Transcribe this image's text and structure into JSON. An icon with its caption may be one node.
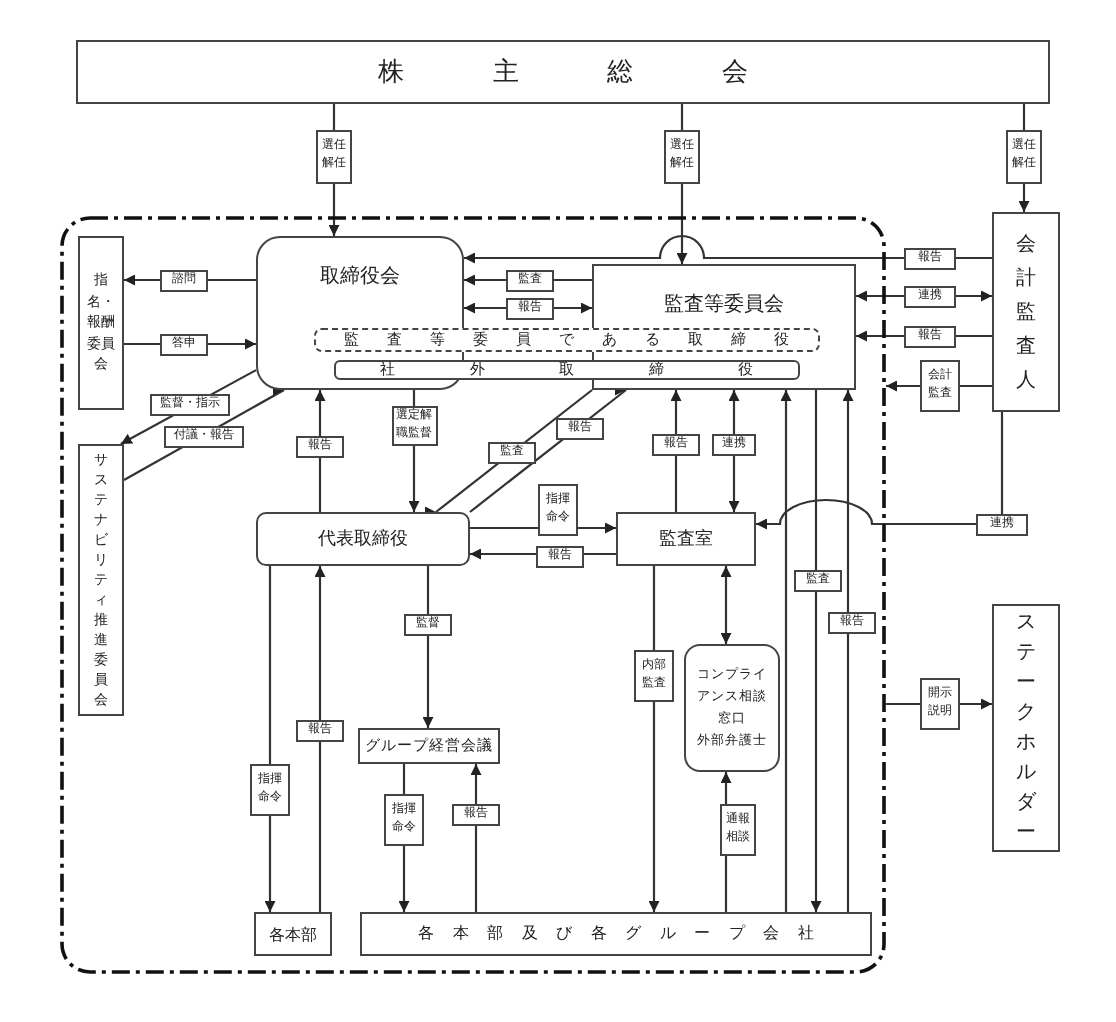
{
  "diagram": {
    "nodes": [
      {
        "text": [
          "株主総会"
        ]
      },
      {
        "text": [],
        "shape": "box"
      },
      {
        "text": [
          "取締役会"
        ],
        "in": 1
      },
      {
        "text": [
          "監査等委員会"
        ],
        "in": 1
      },
      {
        "text": [
          "監査等委員である取締役"
        ],
        "in": 1
      },
      {
        "text": [
          "社外取締役"
        ],
        "in": 1
      },
      {
        "text": [
          "指名・報酬委員会"
        ],
        "in": 1
      },
      {
        "text": [
          "サステナビリティ推進委員会"
        ],
        "in": 1
      },
      {
        "text": [
          "代表取締役"
        ],
        "in": 1
      },
      {
        "text": [
          "監査室"
        ],
        "in": 1
      },
      {
        "text": [
          "コンプライアンス相談窓口",
          "外部弁護士"
        ],
        "in": 1
      },
      {
        "text": [
          "グループ経営会議"
        ],
        "in": 1
      },
      {
        "text": [
          "各本部"
        ],
        "in": 1
      },
      {
        "text": [
          "各本部及び各グループ会社"
        ],
        "in": 1
      },
      {
        "text": [
          "会計監査人"
        ]
      },
      {
        "text": [
          "ステークホルダー"
        ]
      }
    ],
    "edges": [
      {
        "from": 0,
        "to": 2,
        "arrow": "to",
        "label": "選任解任"
      },
      {
        "from": 0,
        "to": 3,
        "arrow": "to",
        "label": "選任解任"
      },
      {
        "from": 0,
        "to": 14,
        "arrow": "to",
        "label": "選任解任"
      },
      {
        "from": 14,
        "to": 2,
        "arrow": "to",
        "label": "報告"
      },
      {
        "from": 2,
        "to": 6,
        "arrow": "to",
        "label": "諮問"
      },
      {
        "from": 6,
        "to": 2,
        "arrow": "to",
        "label": "答申"
      },
      {
        "from": 2,
        "to": 7,
        "arrow": "to",
        "label": "監督・指示"
      },
      {
        "from": 7,
        "to": 2,
        "arrow": "to",
        "label": "付議・報告"
      },
      {
        "from": 3,
        "to": 2,
        "arrow": "to",
        "label": "監査"
      },
      {
        "from": 2,
        "to": 3,
        "arrow": "both",
        "label": "報告"
      },
      {
        "from": 14,
        "to": 3,
        "arrow": "both",
        "label": "連携"
      },
      {
        "from": 14,
        "to": 3,
        "arrow": "to",
        "label": "報告"
      },
      {
        "from": 14,
        "to": 1,
        "arrow": "to",
        "label": "会計監査"
      },
      {
        "from": 8,
        "to": 2,
        "arrow": "to",
        "label": "報告"
      },
      {
        "from": 2,
        "to": 8,
        "arrow": "to",
        "label": "選定解職監督"
      },
      {
        "from": 3,
        "to": 8,
        "arrow": "to",
        "label": "監査"
      },
      {
        "from": 8,
        "to": 3,
        "arrow": "to",
        "label": "報告"
      },
      {
        "from": 8,
        "to": 9,
        "arrow": "to",
        "label": "指揮命令"
      },
      {
        "from": 9,
        "to": 8,
        "arrow": "to",
        "label": "報告"
      },
      {
        "from": 9,
        "to": 3,
        "arrow": "to",
        "label": "報告"
      },
      {
        "from": 3,
        "to": 9,
        "arrow": "both",
        "label": "連携"
      },
      {
        "from": 14,
        "to": 9,
        "arrow": "to",
        "label": "連携"
      },
      {
        "from": 13,
        "to": 3,
        "arrow": "to"
      },
      {
        "from": 3,
        "to": 13,
        "arrow": "to",
        "label": "監査"
      },
      {
        "from": 13,
        "to": 3,
        "arrow": "to",
        "label": "報告"
      },
      {
        "from": 9,
        "to": 10,
        "arrow": "both"
      },
      {
        "from": 13,
        "to": 10,
        "arrow": "to",
        "label": "通報相談"
      },
      {
        "from": 9,
        "to": 13,
        "arrow": "to",
        "label": "内部監査"
      },
      {
        "from": 8,
        "to": 11,
        "arrow": "to",
        "label": "監督"
      },
      {
        "from": 11,
        "to": 13,
        "arrow": "to",
        "label": "指揮命令"
      },
      {
        "from": 13,
        "to": 11,
        "arrow": "to",
        "label": "報告"
      },
      {
        "from": 8,
        "to": 12,
        "arrow": "to",
        "label": "指揮命令"
      },
      {
        "from": 12,
        "to": 8,
        "arrow": "to",
        "label": "報告"
      },
      {
        "from": 1,
        "to": 15,
        "arrow": "to",
        "label": "開示説明"
      }
    ]
  }
}
